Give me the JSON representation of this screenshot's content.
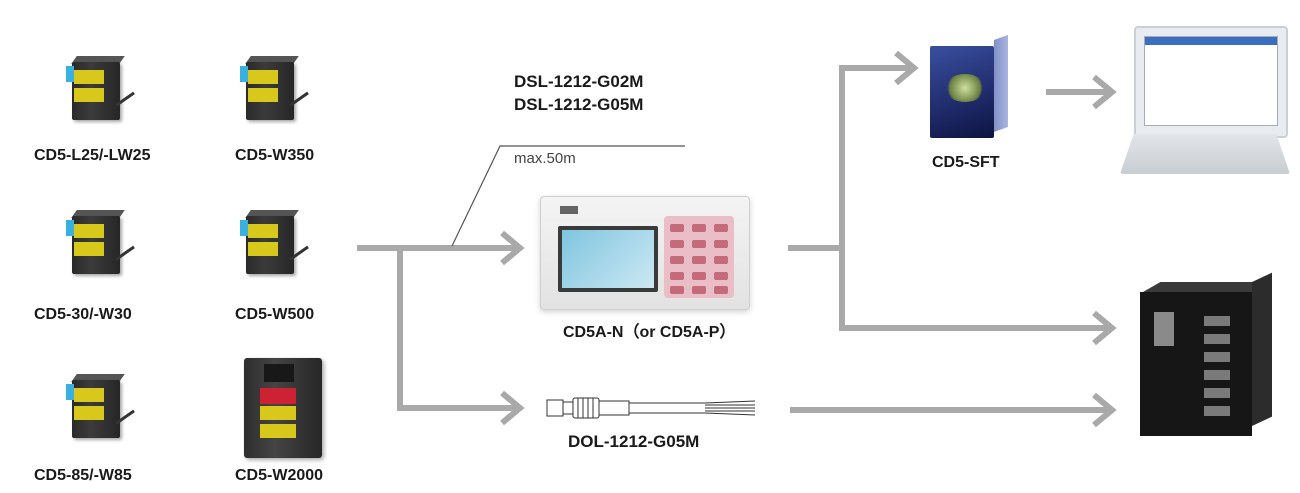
{
  "sensors": {
    "s1": "CD5-L25/-LW25",
    "s2": "CD5-W350",
    "s3": "CD5-30/-W30",
    "s4": "CD5-W500",
    "s5": "CD5-85/-W85",
    "s6": "CD5-W2000"
  },
  "cable_labels": {
    "line1": "DSL-1212-G02M",
    "line2": "DSL-1212-G05M",
    "max": "max.50m"
  },
  "controller_label": "CD5A-N（or CD5A-P）",
  "cable_label": "DOL-1212-G05M",
  "software_label": "CD5-SFT",
  "colors": {
    "arrow": "#a9a9a9",
    "text": "#1a1a1a"
  }
}
